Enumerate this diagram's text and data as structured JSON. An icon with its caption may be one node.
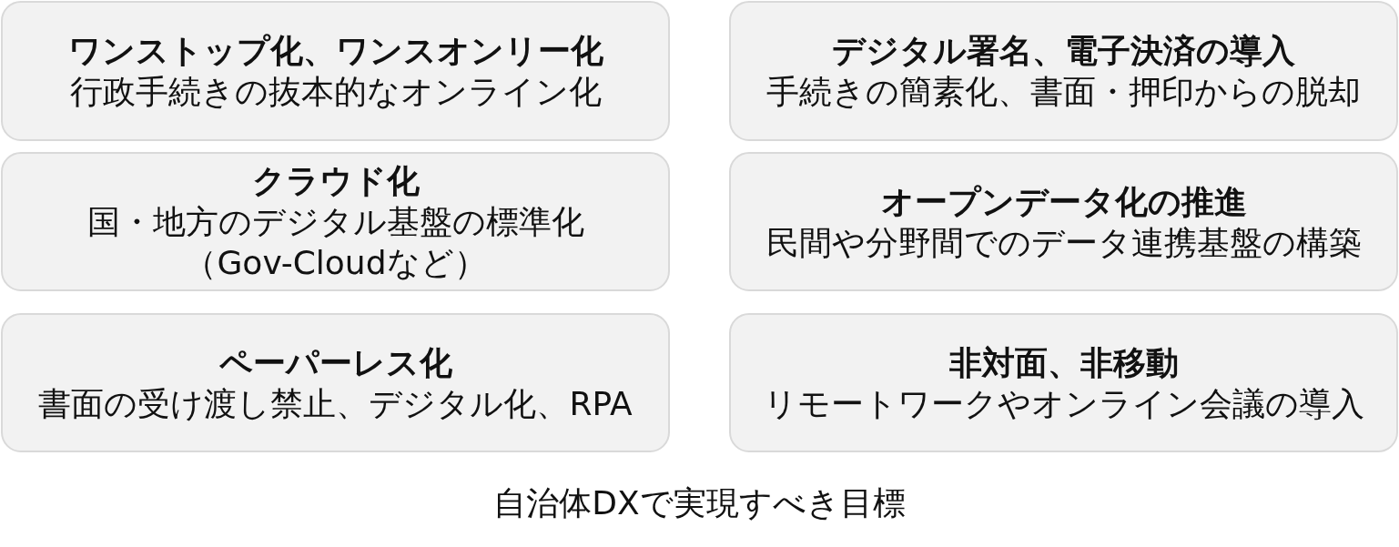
{
  "diagram": {
    "caption": "自治体DXで実現すべき目標",
    "nodes": [
      {
        "text": [
          "ワンストップ化、ワンスオンリー化",
          "行政手続きの抜本的なオンライン化"
        ]
      },
      {
        "text": [
          "デジタル署名、電子決済の導入",
          "手続きの簡素化、書面・押印からの脱却"
        ]
      },
      {
        "text": [
          "クラウド化",
          "国・地方のデジタル基盤の標準化（Gov-Cloudなど）"
        ]
      },
      {
        "text": [
          "オープンデータ化の推進",
          "民間や分野間でのデータ連携基盤の構築"
        ]
      },
      {
        "text": [
          "ペーパーレス化",
          "書面の受け渡し禁止、デジタル化、RPA"
        ]
      },
      {
        "text": [
          "非対面、非移動",
          "リモートワークやオンライン会議の導入"
        ]
      }
    ]
  }
}
